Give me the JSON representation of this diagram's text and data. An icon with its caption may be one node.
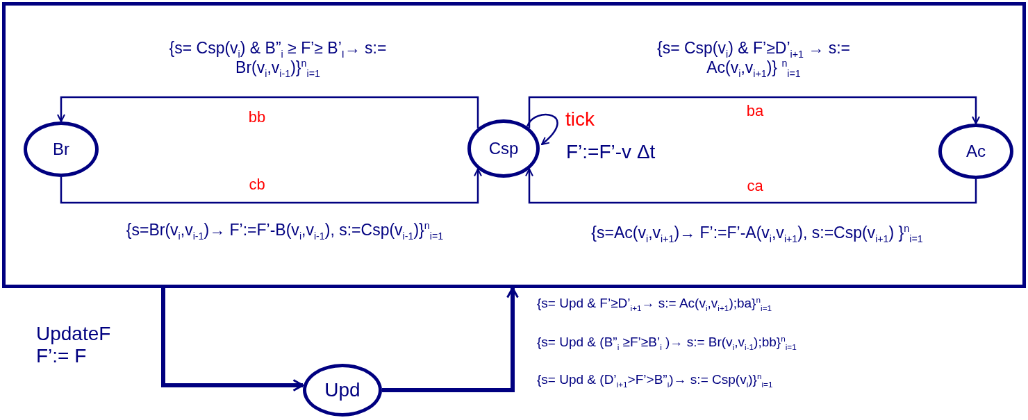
{
  "diagram": {
    "nodes": [
      {
        "text": [],
        "shape": "box"
      },
      {
        "text": [
          "Br"
        ],
        "in": 0
      },
      {
        "text": [
          "Csp"
        ],
        "in": 0
      },
      {
        "text": [
          "Ac"
        ],
        "in": 0
      },
      {
        "text": [
          "Upd"
        ]
      }
    ],
    "edges": [
      {
        "from": 2,
        "to": 1,
        "arrow": "to",
        "label": "bb"
      },
      {
        "from": 1,
        "to": 2,
        "arrow": "to",
        "label": "cb"
      },
      {
        "from": 2,
        "to": 3,
        "arrow": "to",
        "label": "ba"
      },
      {
        "from": 3,
        "to": 2,
        "arrow": "to",
        "label": "ca"
      },
      {
        "from": 2,
        "to": 2,
        "arrow": "to",
        "label": "tick"
      },
      {
        "from": 0,
        "to": 4,
        "arrow": "to",
        "style": "thick",
        "label": "UpdateF F’:= F"
      },
      {
        "from": 4,
        "to": 0,
        "arrow": "to",
        "style": "thick"
      }
    ],
    "labels": [
      "{s= Csp(v$_{i}$) & B”$_{i}$ ≥ F’≥ B’$_{I}$→ s:= Br(v$_{i}$,v$_{i-1}$)}$^{n}$$_{i=1}$",
      "{s=Br(v$_{i}$,v$_{i-1}$)→ F’:=F’-B(v$_{i}$,v$_{i-1}$), s:=Csp(v$_{i-1}$)}$^{n}$$_{i=1}$",
      "{s= Csp(v$_{i}$) & F’≥D’$_{i+1}$ → s:= Ac(v$_{i}$,v$_{i+1}$)} $^{n}$$_{i=1}$",
      "{s=Ac(v$_{i}$,v$_{i+1}$)→ F’:=F’-A(v$_{i}$,v$_{i+1}$), s:=Csp(v$_{i+1}$) }$^{n}$$_{i=1}$",
      "F’:=F’-v Δt",
      "{s= Upd & F’≥D’$_{i+1}$→ s:= Ac(v$_{i}$,v$_{i+1}$);ba}$^{n}$$_{i=1}$",
      "{s= Upd & (B”$_{i}$ ≥F’≥B’$_{i}$ )→ s:= Br(v$_{i}$,v$_{i-1}$);bb}$^{n}$$_{i=1}$",
      "{s= Upd & (D’$_{i+1}$>F’>B”$_{i}$)→ s:= Csp(v$_{i}$)}$^{n}$$_{i=1}$"
    ]
  }
}
